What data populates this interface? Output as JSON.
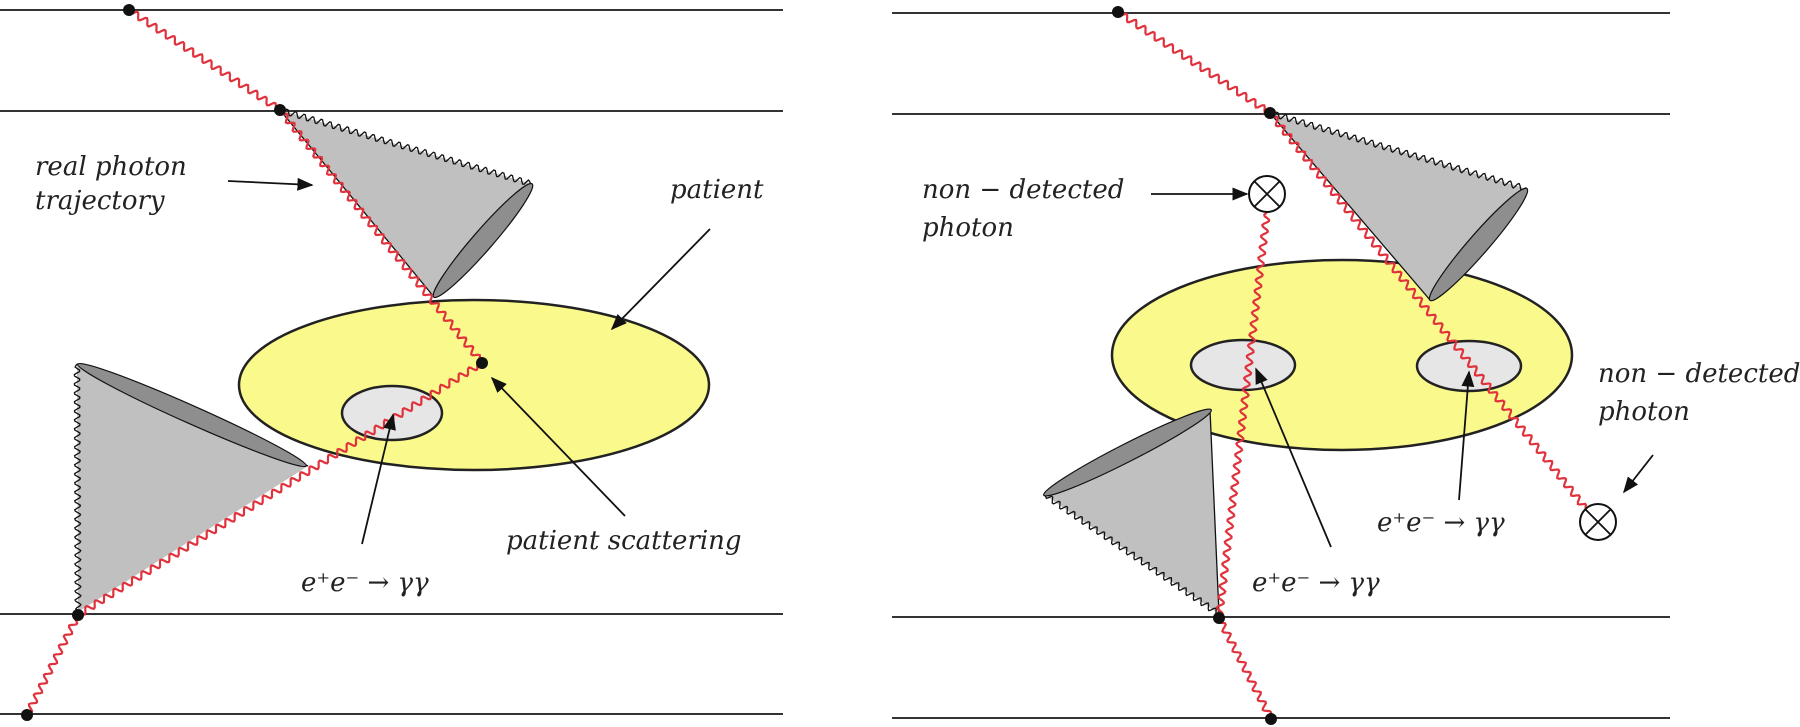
{
  "left_panel": {
    "labels": {
      "real_photon": "real photon",
      "trajectory": "trajectory",
      "patient": "patient",
      "patient_scattering": "patient scattering",
      "annihilation": "e⁺e⁻ → γγ"
    }
  },
  "right_panel": {
    "labels": {
      "non_detected_1a": "non − detected",
      "non_detected_1b": "photon",
      "non_detected_2a": "non − detected",
      "non_detected_2b": "photon",
      "annihilation_1": "e⁺e⁻ → γγ",
      "annihilation_2": "e⁺e⁻ → γγ"
    }
  },
  "colors": {
    "photon": "#e0323c",
    "patient": "#fafa8c",
    "annihilation_region": "#e6e6e6",
    "cone": "#c0c0c0",
    "cone_opening": "#8e8e8e",
    "detector_line": "#333333",
    "dot": "#111111"
  },
  "icons": [
    "detection-dot",
    "non-detected-photon-icon",
    "arrow-icon",
    "compton-cone"
  ]
}
